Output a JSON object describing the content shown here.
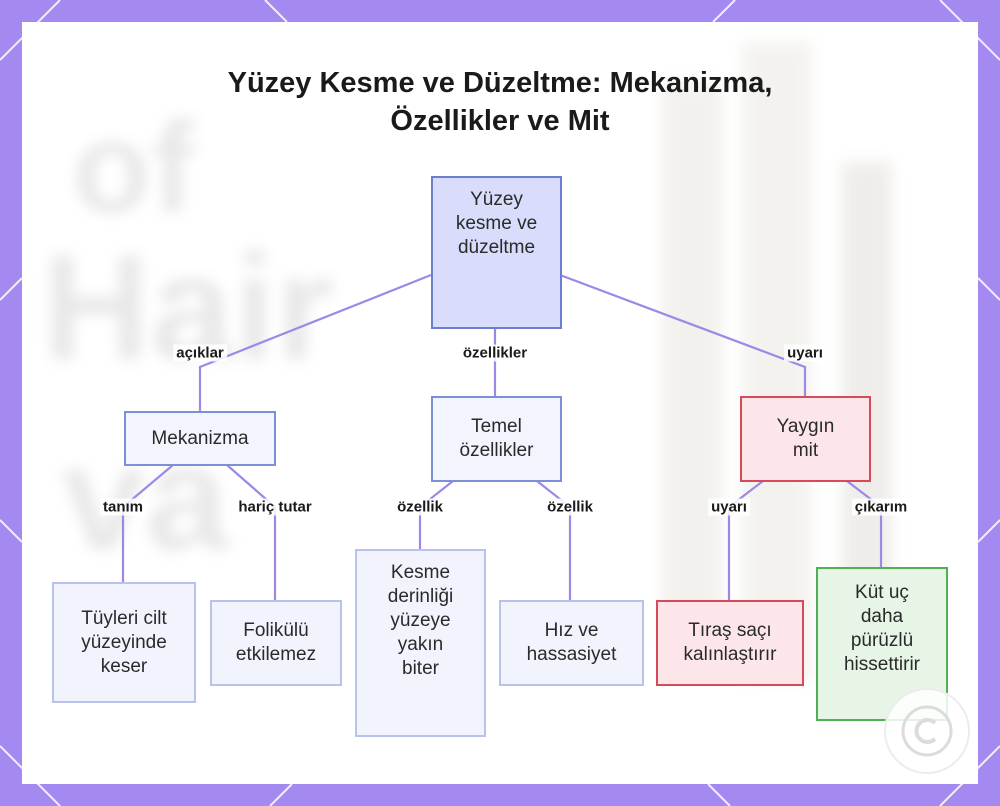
{
  "title_lines": [
    "Yüzey Kesme ve Düzeltme: Mekanizma,",
    "Özellikler ve Mit"
  ],
  "background_text": [
    "of",
    "Hair",
    "va"
  ],
  "colors": {
    "frame": "#a48af0",
    "edge": "#9f87e6",
    "root_fill": "#d9dcfb",
    "myth_border": "#d64a5a",
    "green_border": "#4fb04f"
  },
  "nodes": {
    "root": "Yüzey\nkesme ve\ndüzeltme",
    "mekanizma": "Mekanizma",
    "temel": "Temel\nözellikler",
    "mit": "Yaygın\nmit",
    "tuyleri": "Tüyleri cilt\nyüzeyinde\nkeser",
    "folikulu": "Folikülü\netkilemez",
    "kesme": "Kesme\nderinliği\nyüzeye\nyakın\nbiter",
    "hiz": "Hız ve\nhassasiyet",
    "tiras": "Tıraş saçı\nkalınlaştırır",
    "kut": "Küt uç\ndaha\npürüzlü\nhissettirir"
  },
  "edge_labels": {
    "aciklar": "açıklar",
    "ozellikler": "özellikler",
    "uyari_top": "uyarı",
    "tanim": "tanım",
    "haric": "hariç tutar",
    "ozellik1": "özellik",
    "ozellik2": "özellik",
    "uyari_bottom": "uyarı",
    "cikarim": "çıkarım"
  },
  "watermark_icon": "copyright-circle-icon"
}
